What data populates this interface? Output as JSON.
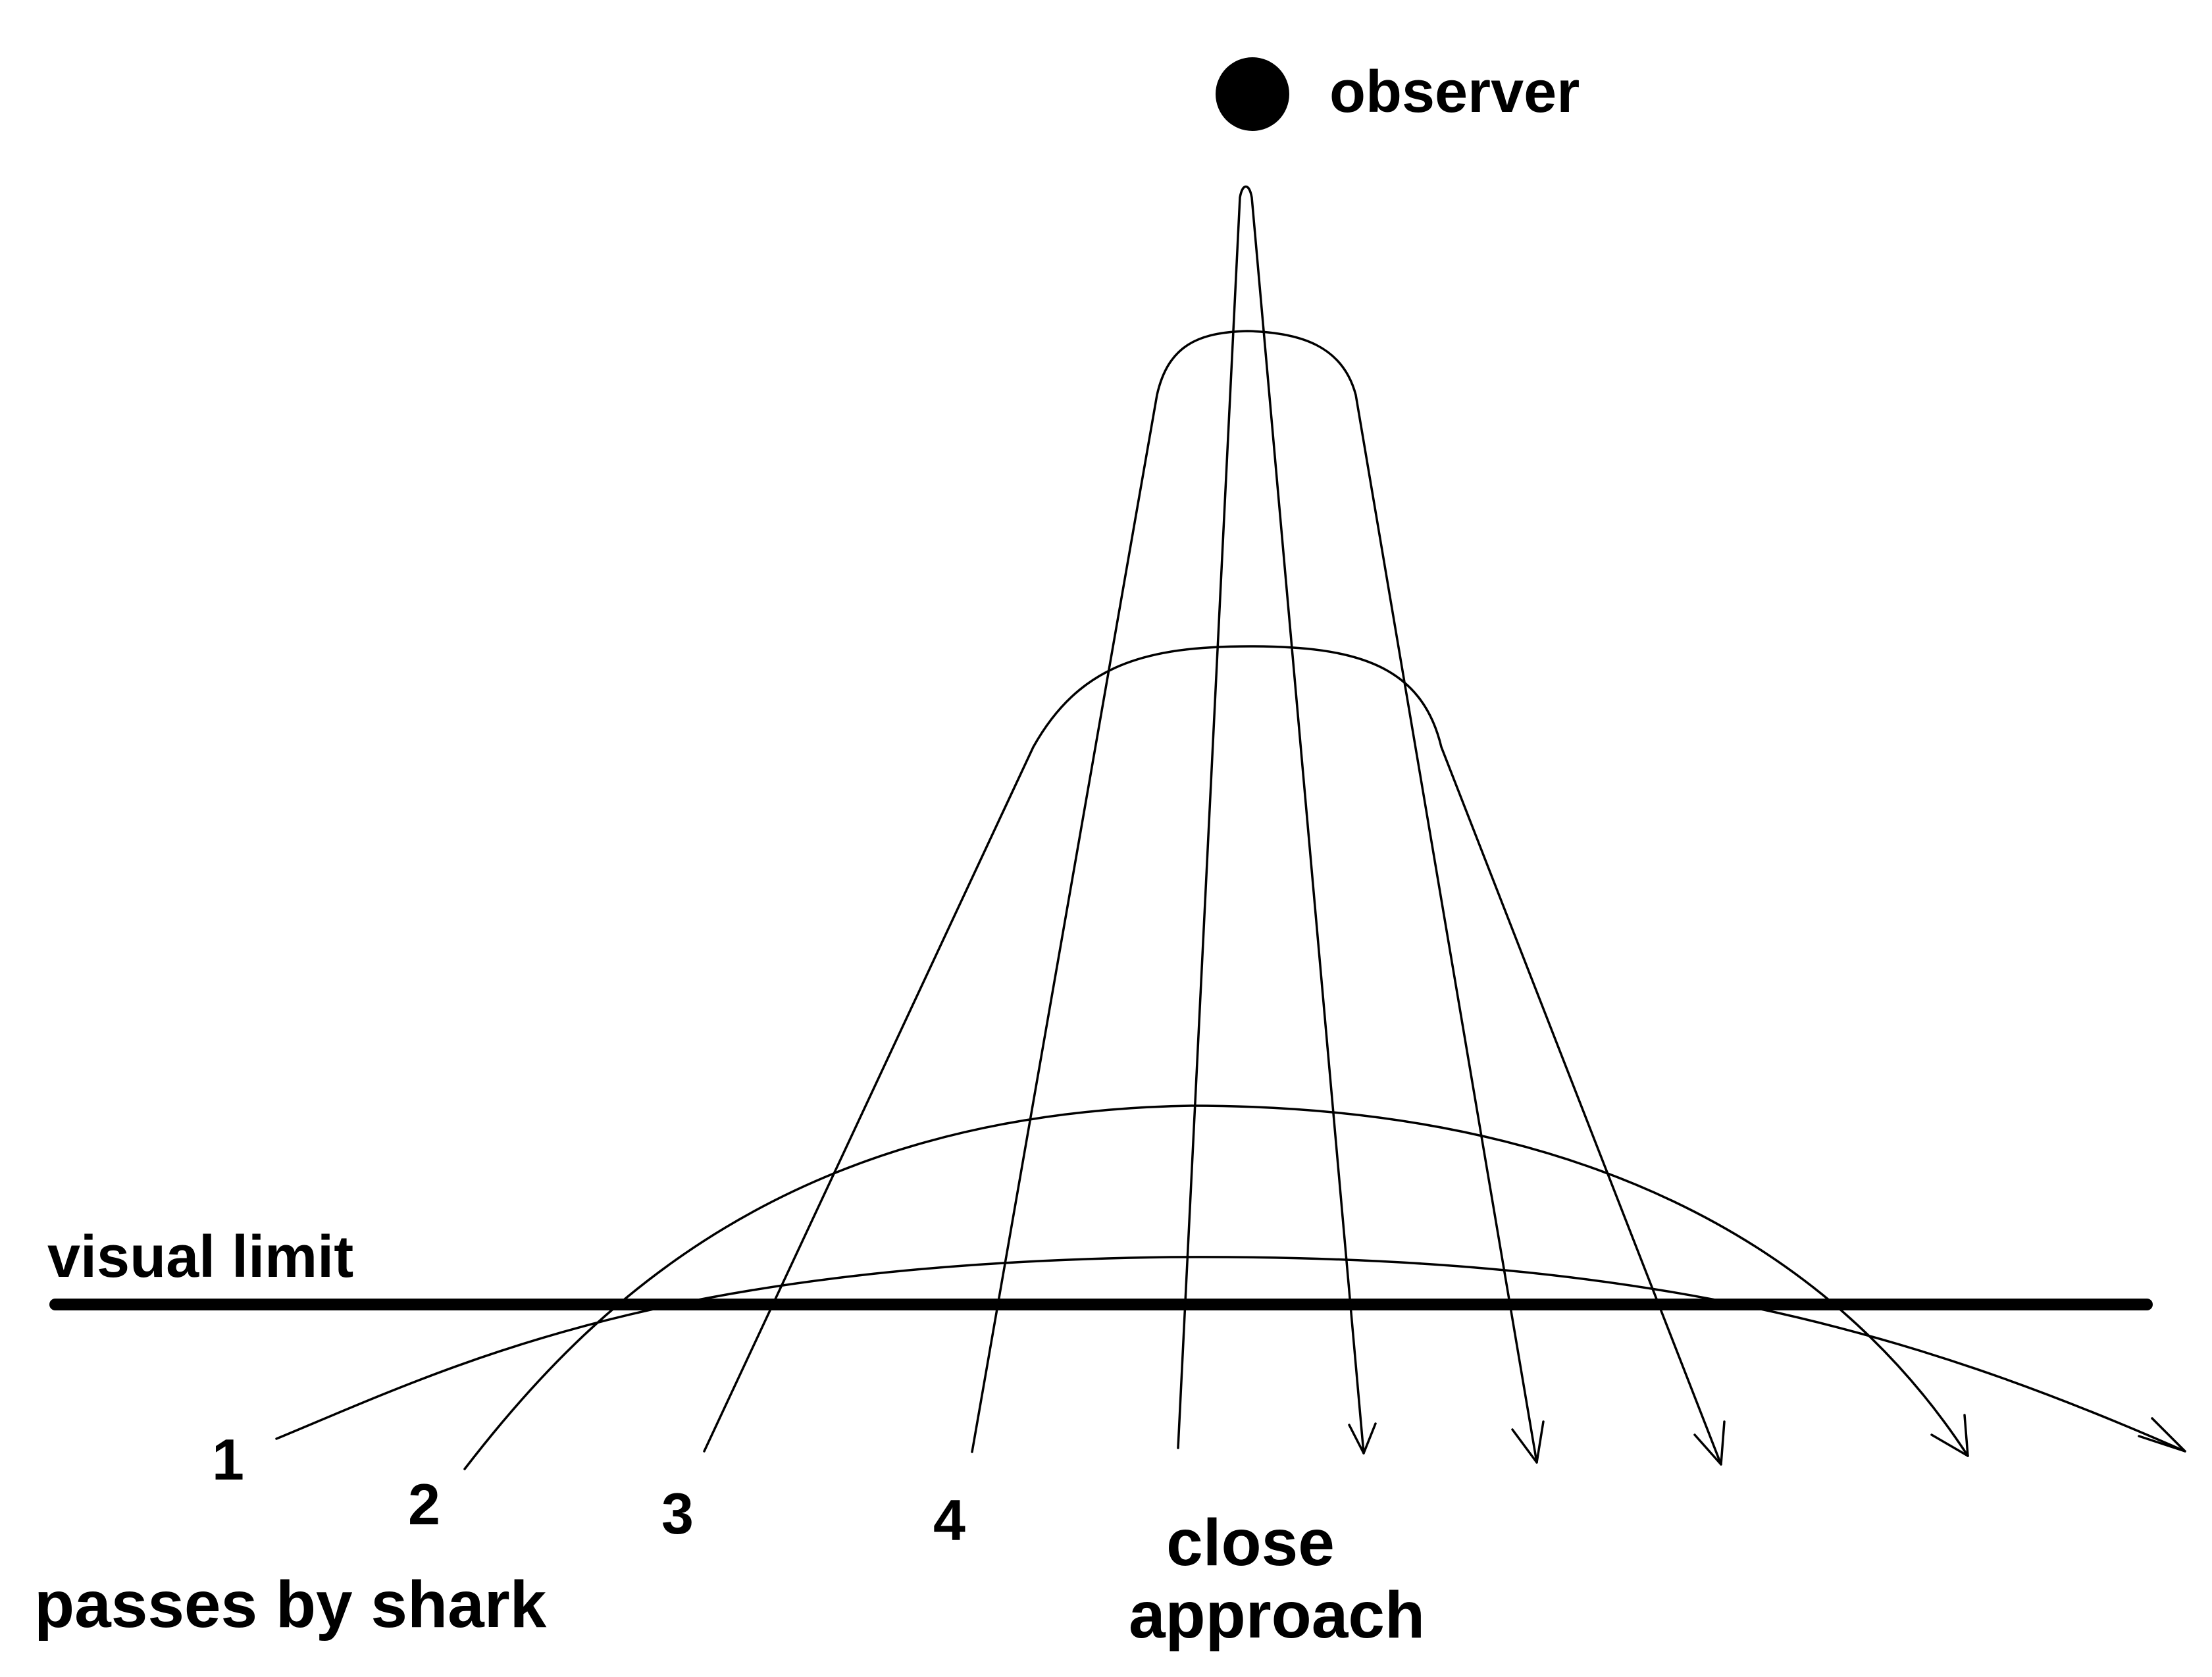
{
  "observer": {
    "label": "observer",
    "marker": "filled-circle"
  },
  "visual_limit": {
    "label": "visual limit"
  },
  "passes": [
    {
      "label": "1"
    },
    {
      "label": "2"
    },
    {
      "label": "3"
    },
    {
      "label": "4"
    },
    {
      "label": "close approach"
    }
  ],
  "caption": {
    "passes_label": "passes by shark",
    "close_line1": "close",
    "close_line2": "approach"
  },
  "colors": {
    "ink": "#000000",
    "background": "#ffffff"
  }
}
